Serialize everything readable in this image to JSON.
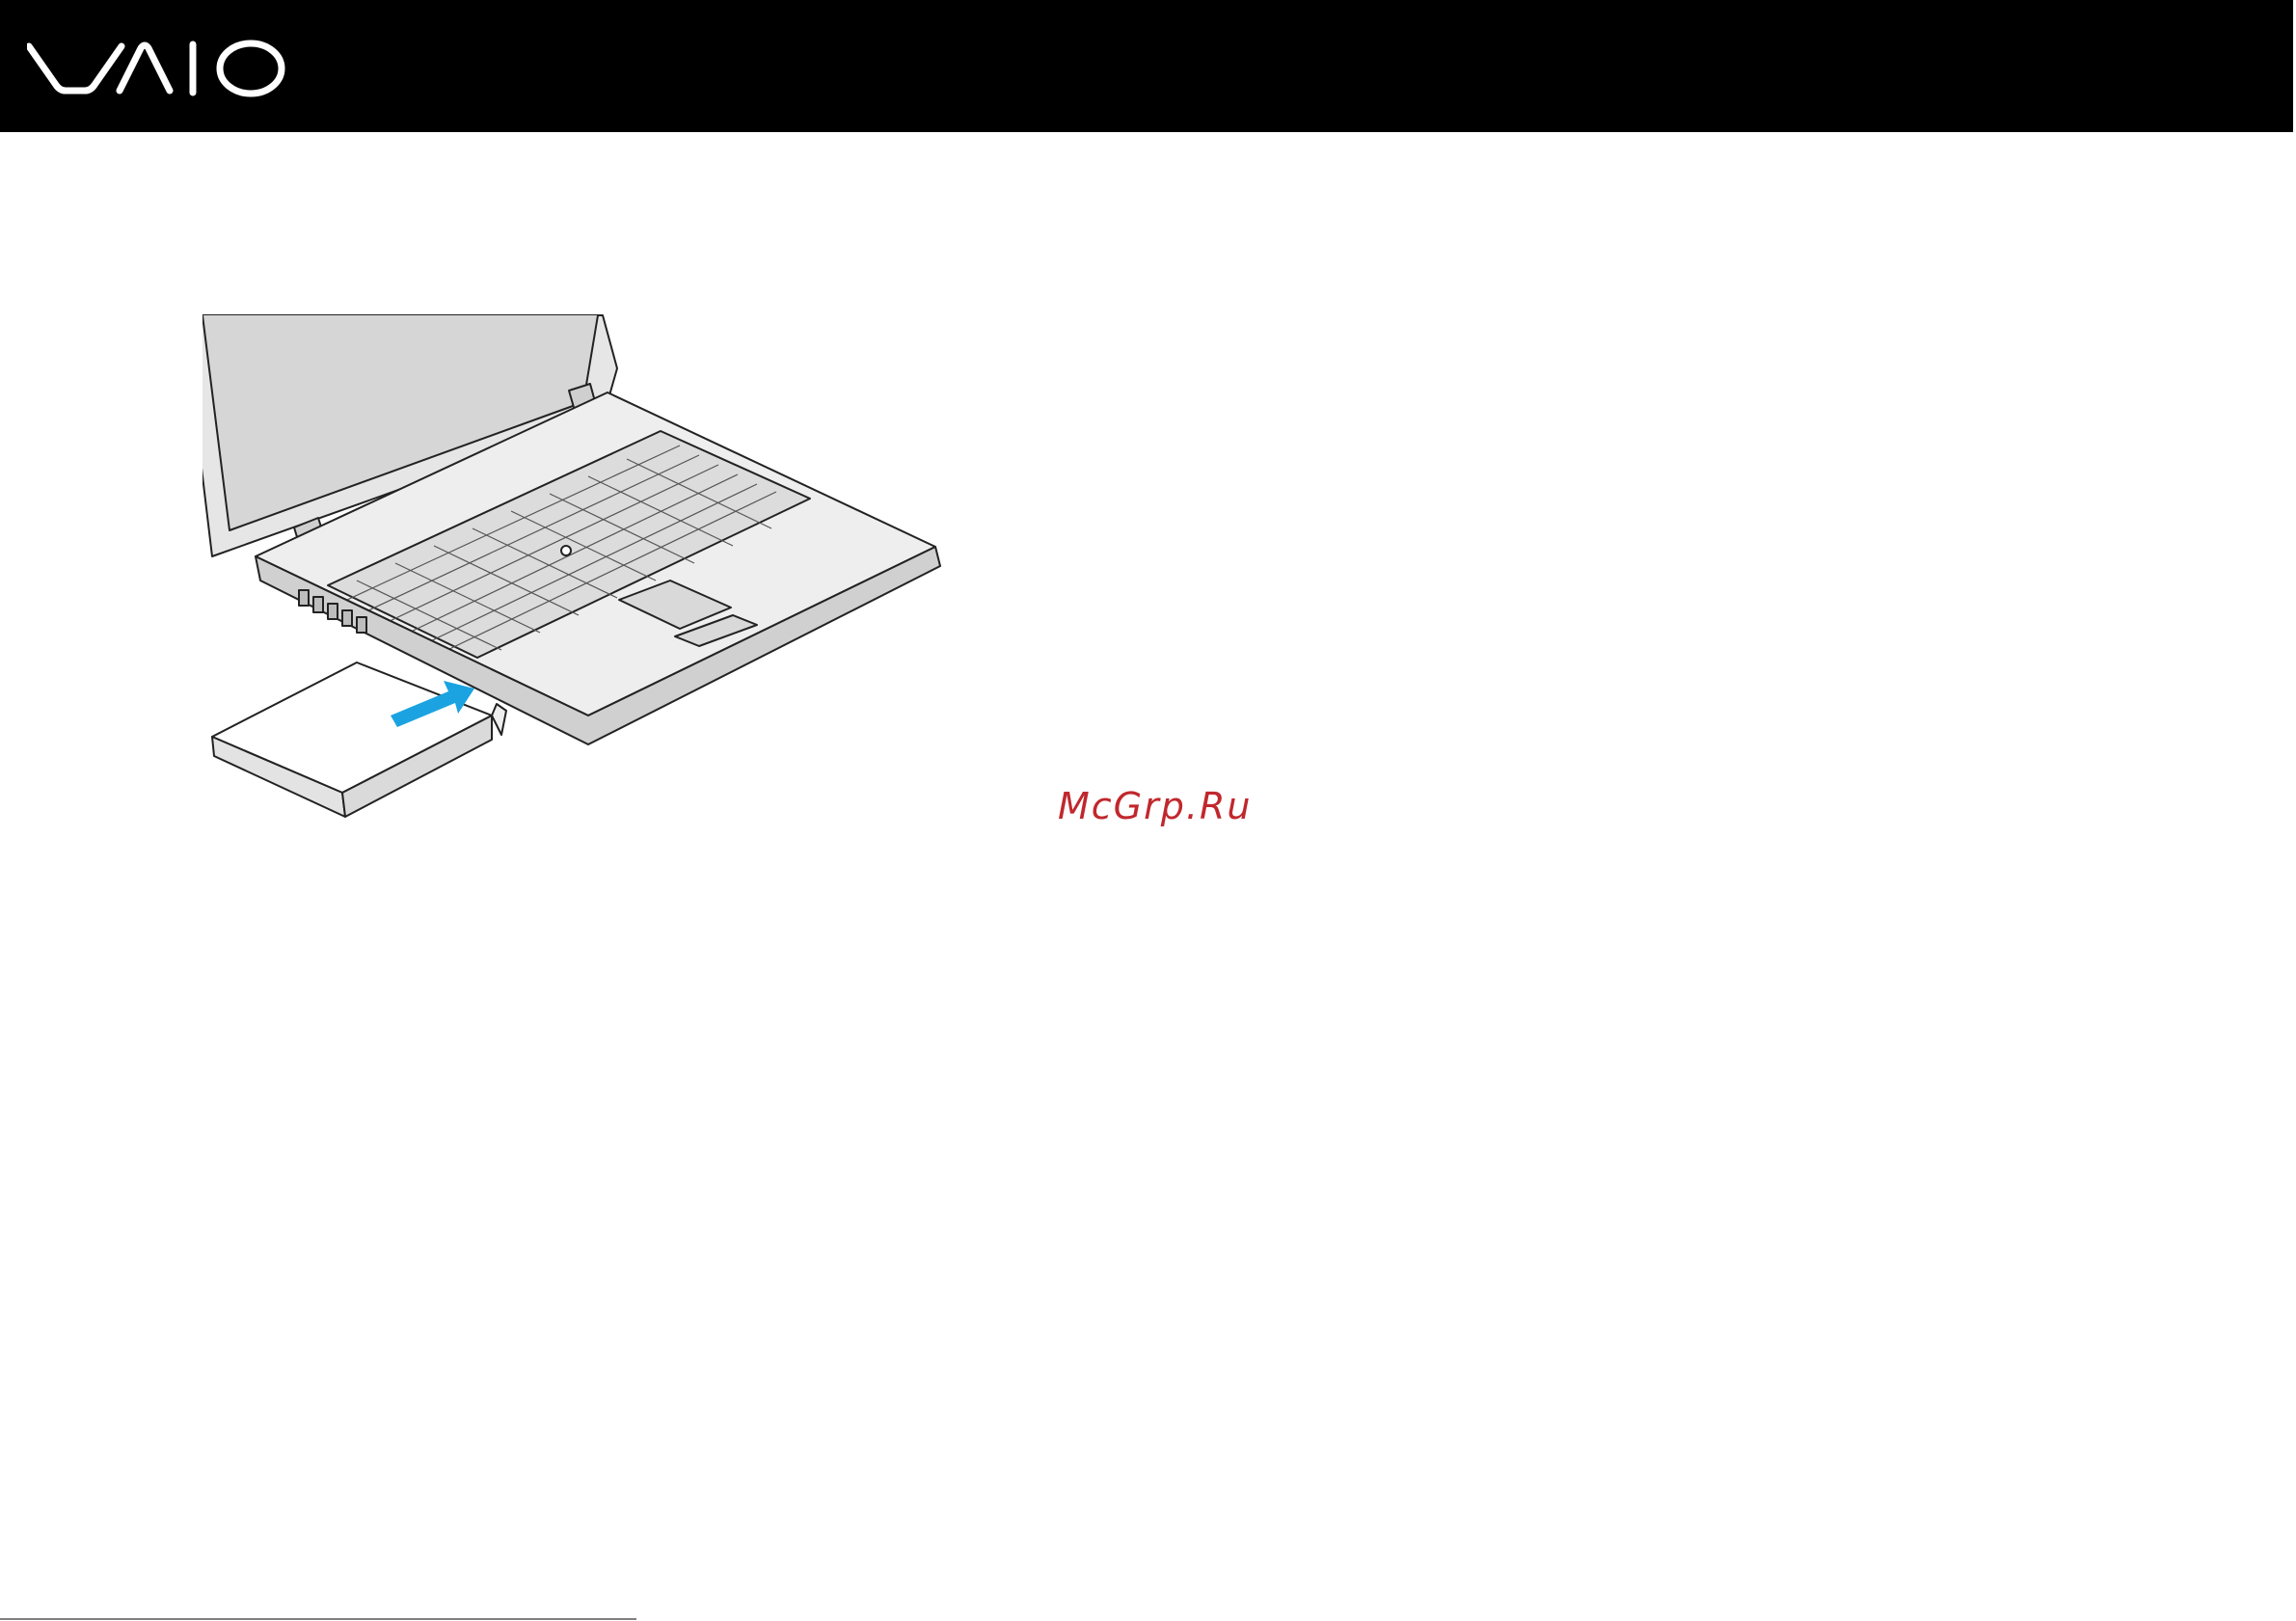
{
  "header": {
    "logo_name": "VAIO",
    "logo_icon": "vaio-logo",
    "background": "#000000",
    "logo_color": "#ffffff"
  },
  "illustration": {
    "subject_icon": "laptop-with-drive-insertion-illustration",
    "arrow_color": "#1aa3e0"
  },
  "watermark": {
    "text": "McGrp.Ru",
    "color": "#c0282d"
  }
}
